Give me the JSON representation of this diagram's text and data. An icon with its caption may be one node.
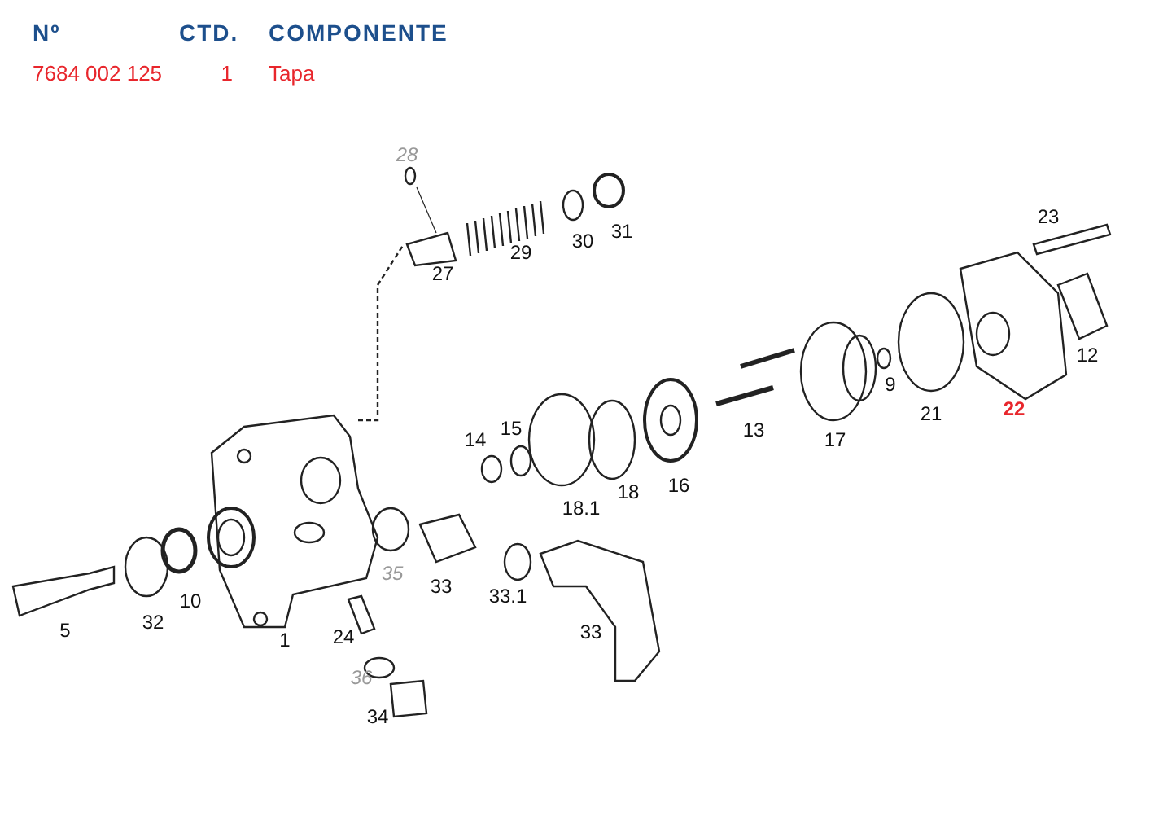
{
  "diagram": {
    "labels": [
      "Nº",
      "CTD.",
      "COMPONENTE",
      "7684 002 125",
      "1",
      "Tapa",
      "28",
      "23",
      "30",
      "31",
      "27",
      "29",
      "12",
      "22",
      "9",
      "21",
      "15",
      "14",
      "13",
      "17",
      "18",
      "18.1",
      "16",
      "35",
      "33",
      "33.1",
      "33",
      "10",
      "32",
      "5",
      "1",
      "24",
      "36",
      "34"
    ]
  }
}
